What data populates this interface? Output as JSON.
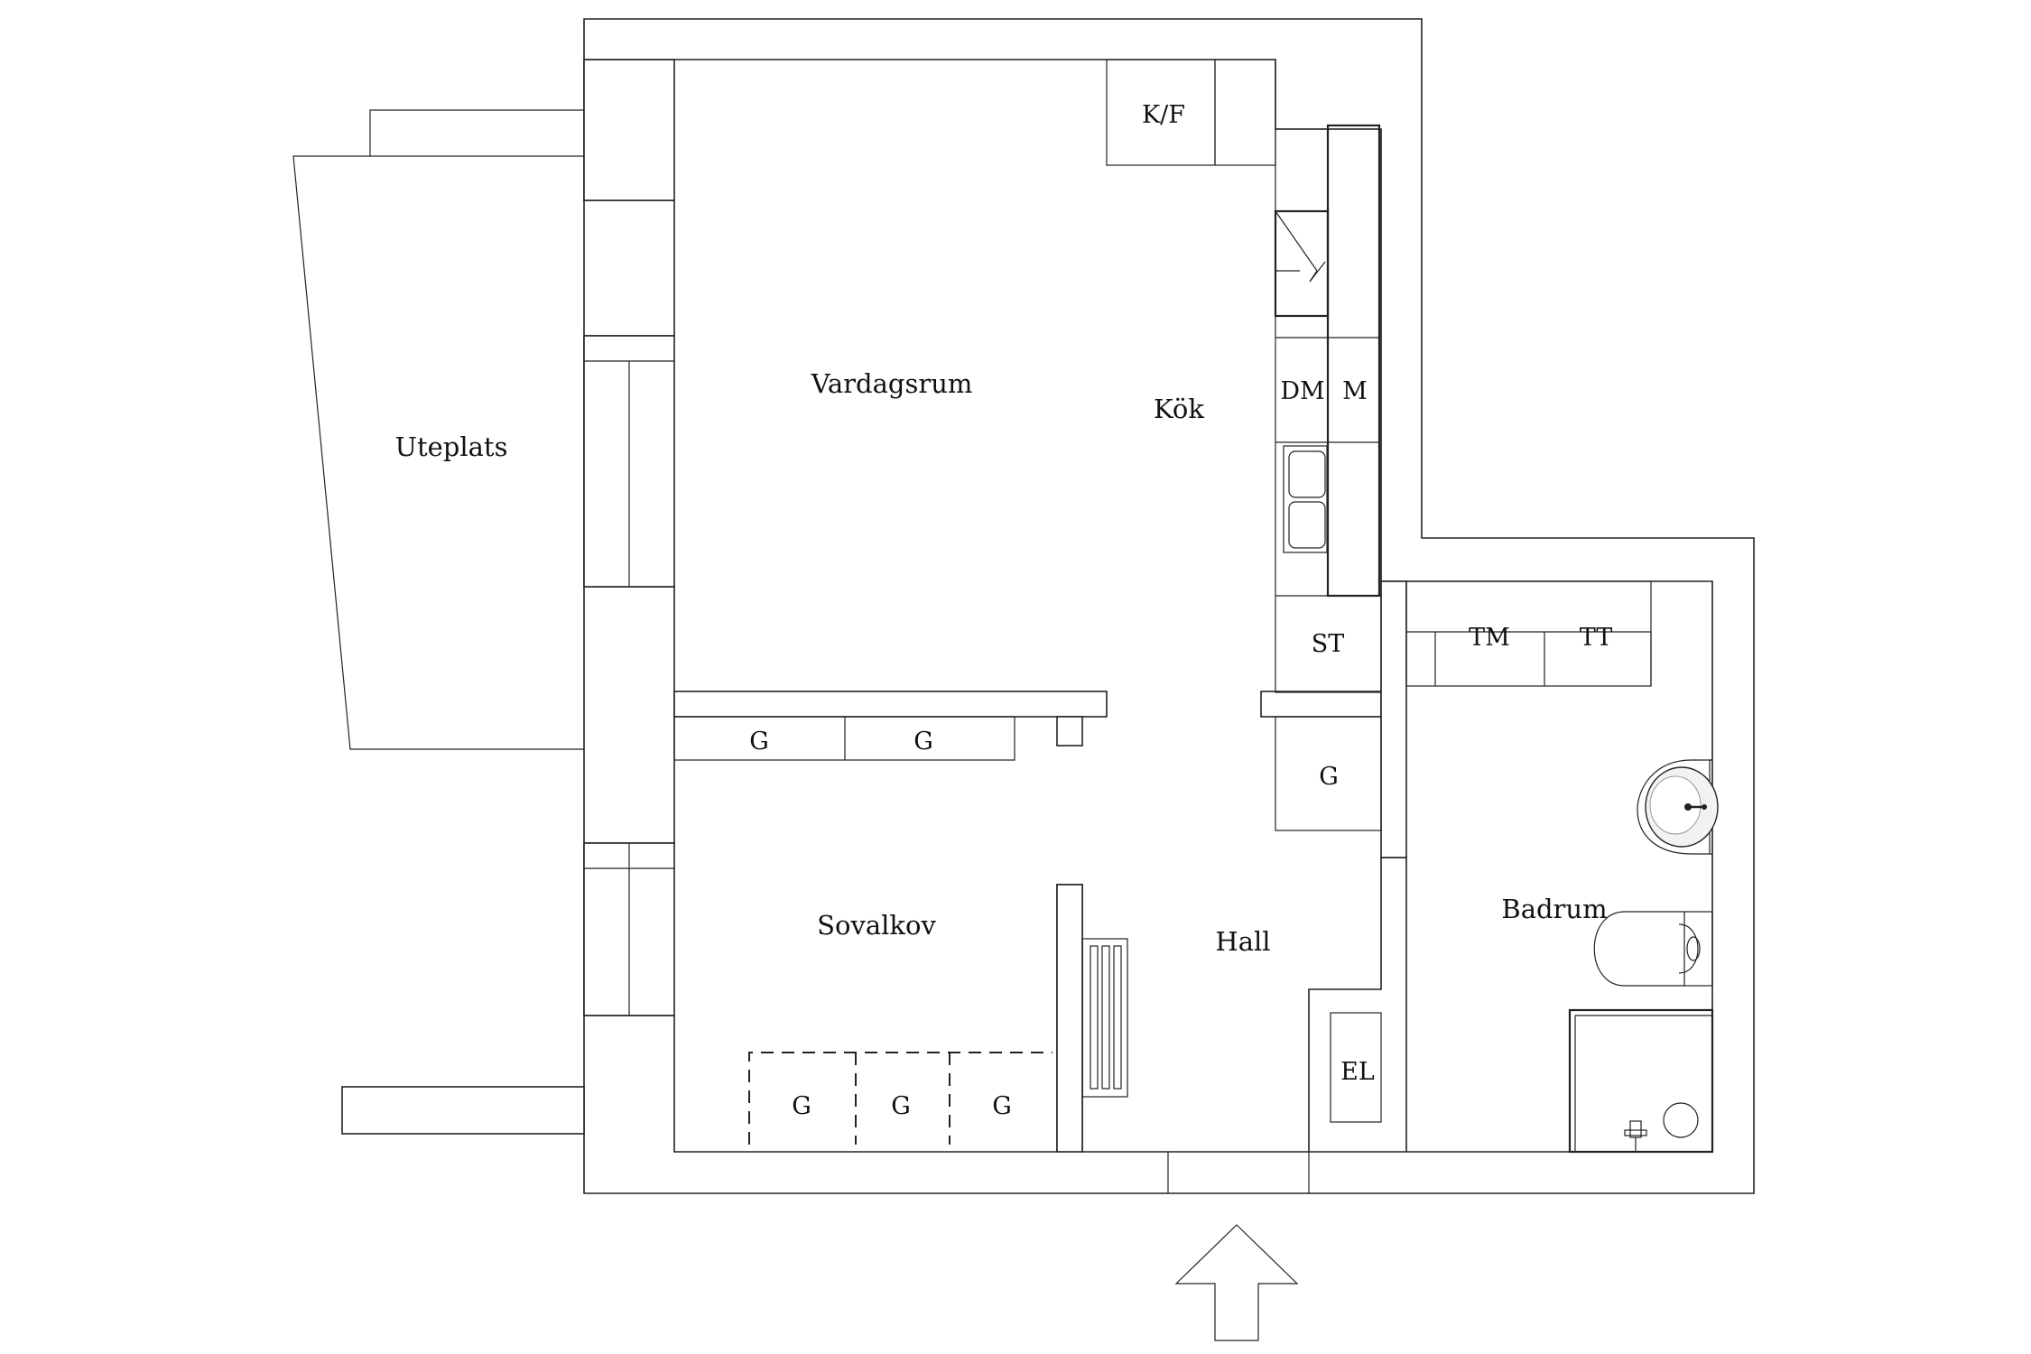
{
  "rooms": {
    "uteplats": "Uteplats",
    "vardagsrum": "Vardagsrum",
    "kok": "Kök",
    "sovalkov": "Sovalkov",
    "hall": "Hall",
    "badrum": "Badrum"
  },
  "fixtures": {
    "kf": "K/F",
    "dm": "DM",
    "m": "M",
    "st": "ST",
    "tm": "TM",
    "tt": "TT",
    "el": "EL",
    "g": "G"
  },
  "entrance_icon": "arrow-up-icon"
}
